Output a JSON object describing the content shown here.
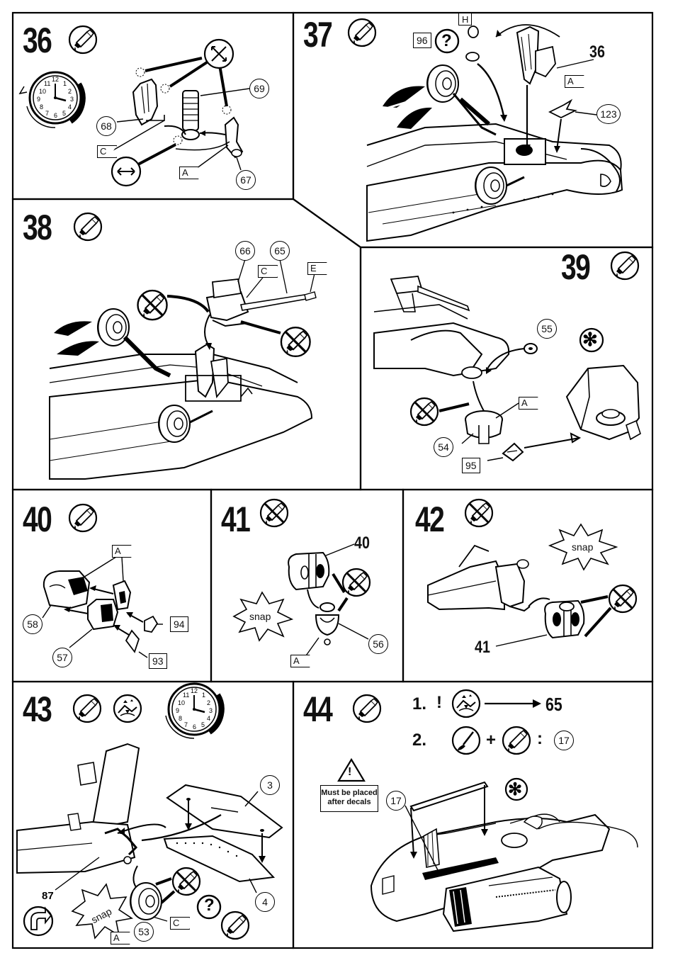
{
  "steps": {
    "s36": "36",
    "s37": "37",
    "s38": "38",
    "s39": "39",
    "s40": "40",
    "s41": "41",
    "s42": "42",
    "s43": "43",
    "s44": "44"
  },
  "clock": {
    "numbers": [
      "12",
      "1",
      "2",
      "3",
      "4",
      "5",
      "6",
      "7",
      "8",
      "9",
      "10",
      "11"
    ]
  },
  "parts": {
    "p69": "69",
    "p68": "68",
    "p67": "67",
    "p96": "96",
    "p36ref": "36",
    "p123": "123",
    "p66": "66",
    "p65": "65",
    "p55": "55",
    "p54": "54",
    "p95": "95",
    "p58": "58",
    "p57": "57",
    "p94": "94",
    "p93": "93",
    "p40ref": "40",
    "p56": "56",
    "p41ref": "41",
    "p3": "3",
    "p87": "87",
    "p53": "53",
    "p4": "4",
    "p17a": "17",
    "p17b": "17",
    "p65ref": "65"
  },
  "markers": {
    "h": "H",
    "question": "?",
    "asterisk": "✻",
    "excl": "!",
    "plus": "+",
    "colon": ":"
  },
  "flags": {
    "c36": "C",
    "a36": "A",
    "a37": "A",
    "c38": "C",
    "e38": "E",
    "a39": "A",
    "a40": "A",
    "a41": "A",
    "a43": "A",
    "c43": "C"
  },
  "snap": {
    "s41": "snap",
    "s42": "snap",
    "s43": "snap"
  },
  "step44": {
    "line1_num": "1.",
    "line2_num": "2.",
    "warning_l1": "Must be placed",
    "warning_l2": "after decals"
  },
  "icons": [
    "glue-tube-icon",
    "no-glue-icon",
    "clock-icon",
    "rotate-icon",
    "paint-icon",
    "brush-icon",
    "question-icon",
    "asterisk-icon",
    "warning-icon"
  ]
}
